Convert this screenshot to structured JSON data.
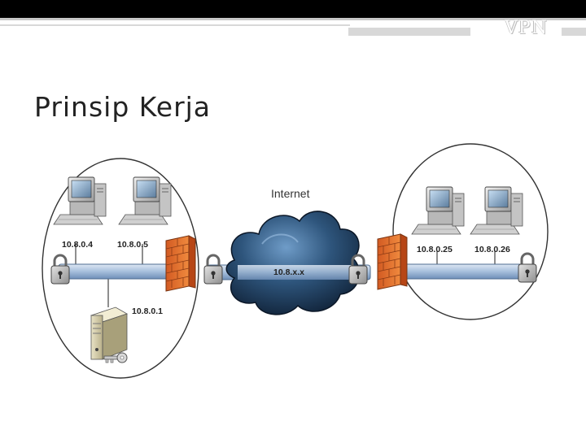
{
  "header": {
    "tag": "VPN"
  },
  "slide": {
    "title": "Prinsip Kerja"
  },
  "diagram": {
    "cloud_label": "Internet",
    "tunnel_label": "10.8.x.x",
    "left_site": {
      "clients": [
        "10.8.0.4",
        "10.8.0.5"
      ],
      "server": "10.8.0.1"
    },
    "right_site": {
      "clients": [
        "10.8.0.25",
        "10.8.0.26"
      ]
    }
  }
}
